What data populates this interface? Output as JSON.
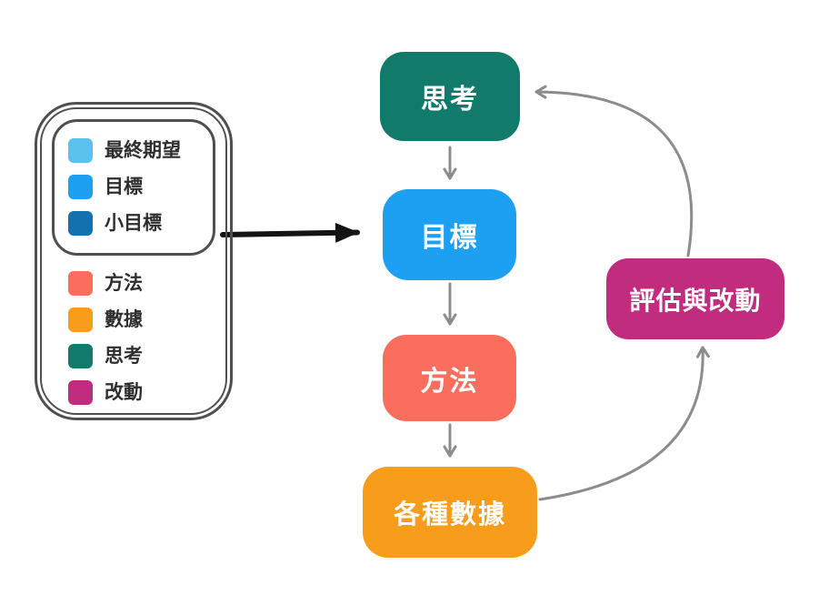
{
  "legend": {
    "goal_group": [
      {
        "label": "最終期望",
        "color": "#5bc2ef"
      },
      {
        "label": "目標",
        "color": "#1da0f2"
      },
      {
        "label": "小目標",
        "color": "#1371ad"
      }
    ],
    "flow_group": [
      {
        "label": "方法",
        "color": "#fb6d5c"
      },
      {
        "label": "數據",
        "color": "#f89c1b"
      },
      {
        "label": "思考",
        "color": "#127a6a"
      },
      {
        "label": "改動",
        "color": "#c22c7e"
      }
    ]
  },
  "flow": {
    "nodes": {
      "think": {
        "label": "思考",
        "color": "#127a6a"
      },
      "goal": {
        "label": "目標",
        "color": "#1da0f2"
      },
      "method": {
        "label": "方法",
        "color": "#fb6d5c"
      },
      "data": {
        "label": "各種數據",
        "color": "#f89c1b"
      },
      "evaluate": {
        "label": "評估與改動",
        "color": "#c22c7e"
      }
    }
  },
  "colors": {
    "flow_arrow": "#8c8c8c",
    "legend_arrow": "#141414",
    "legend_border": "#4f4f4f",
    "legend_text": "#2e2e2e",
    "node_text": "#ffffff",
    "background": "#ffffff"
  }
}
